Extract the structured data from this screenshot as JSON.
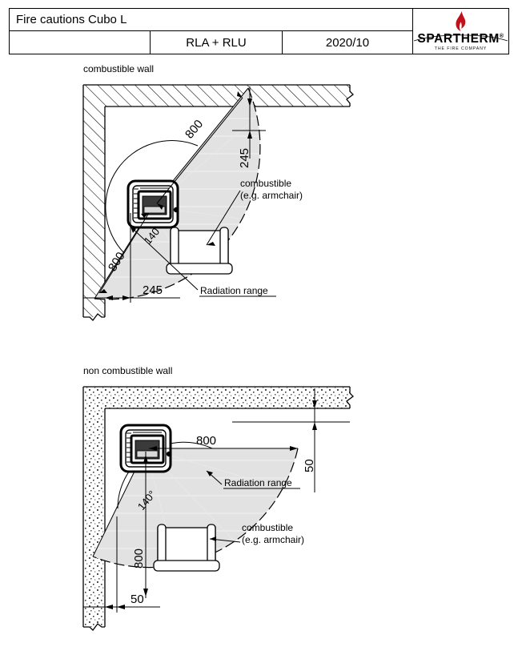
{
  "titleblock": {
    "title": "Fire cautions Cubo L",
    "blank_cell": "",
    "type_code": "RLA + RLU",
    "date": "2020/10",
    "logo": {
      "brand": "SPARTHERM",
      "registered": "®",
      "tagline": "THE FIRE COMPANY",
      "flame_color": "#c1121c"
    }
  },
  "diagrams": [
    {
      "id": "combustible",
      "wall_label": "combustible wall",
      "wall_pattern": "hatched",
      "radiation_label": "Radiation range",
      "furniture_label_line1": "combustible",
      "furniture_label_line2": "(e.g. armchair)",
      "angle": "140°",
      "radius_label_upper": "800",
      "radius_label_lower": "800",
      "clearance_vertical": "245",
      "clearance_horizontal": "245"
    },
    {
      "id": "non-combustible",
      "wall_label": "non combustible wall",
      "wall_pattern": "stippled",
      "radiation_label": "Radiation range",
      "furniture_label_line1": "combustible",
      "furniture_label_line2": "(e.g. armchair)",
      "angle": "140°",
      "radius_label_upper": "800",
      "radius_label_lower": "800",
      "clearance_vertical": "50",
      "clearance_horizontal": "50"
    }
  ],
  "colors": {
    "radiation_fill": "#e2e2e2",
    "line": "#000000",
    "stipple": "#444444"
  }
}
